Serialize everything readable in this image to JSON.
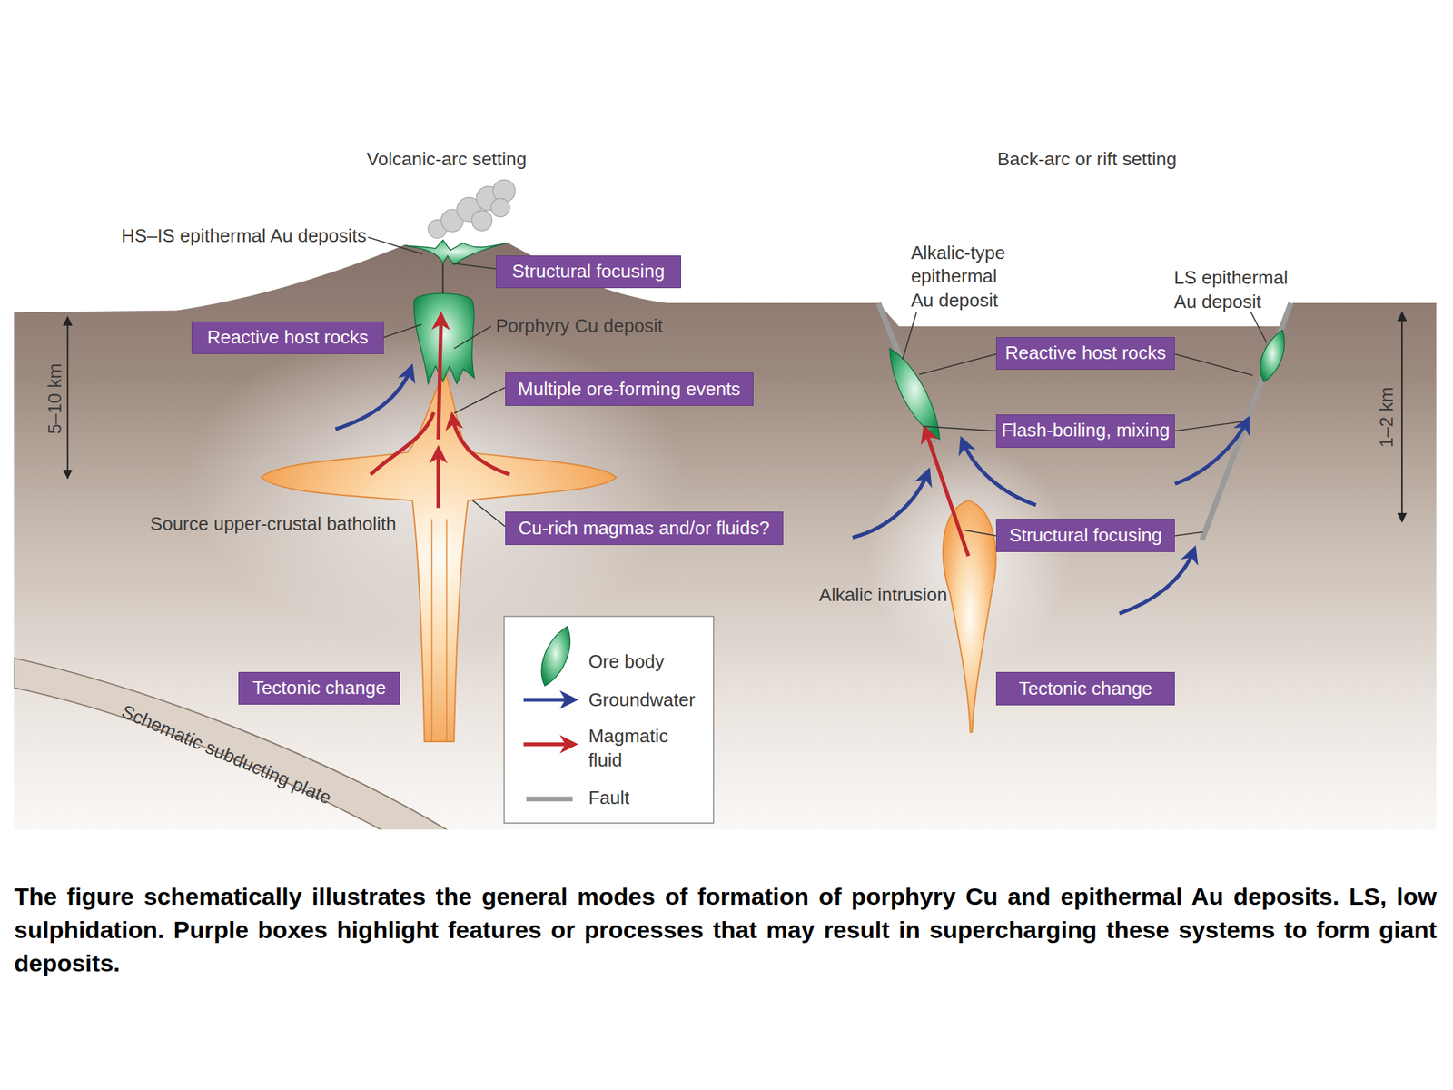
{
  "diagram": {
    "caption": "The figure schematically illustrates the general modes of formation of porphyry Cu and epithermal Au deposits. LS, low sulphidation. Purple boxes highlight features or processes that may result in supercharging these systems to form giant deposits.",
    "nodes": [
      {
        "text": [
          "Structural focusing"
        ]
      },
      {
        "text": [
          "Reactive host rocks"
        ]
      },
      {
        "text": [
          "Multiple ore-forming events"
        ]
      },
      {
        "text": [
          "Cu-rich magmas and/or fluids?"
        ]
      },
      {
        "text": [
          "Tectonic change"
        ]
      },
      {
        "text": [
          "Reactive host rocks"
        ]
      },
      {
        "text": [
          "Flash-boiling, mixing"
        ]
      },
      {
        "text": [
          "Structural focusing"
        ]
      },
      {
        "text": [
          "Tectonic change"
        ]
      }
    ],
    "labels": [
      "Volcanic-arc setting",
      "Back-arc or rift setting",
      "HS–IS epithermal Au deposits",
      "Porphyry Cu deposit",
      "5–10 km",
      "Source upper-crustal batholith",
      "Schematic subducting plate",
      "Alkalic-type epithermal Au deposit",
      "LS epithermal Au deposit",
      "Alkalic intrusion",
      "1–2 km"
    ],
    "legend": [
      {
        "text": "Ore body"
      },
      {
        "text": "Groundwater"
      },
      {
        "text": "Magmatic fluid"
      },
      {
        "text": "Fault"
      }
    ]
  }
}
